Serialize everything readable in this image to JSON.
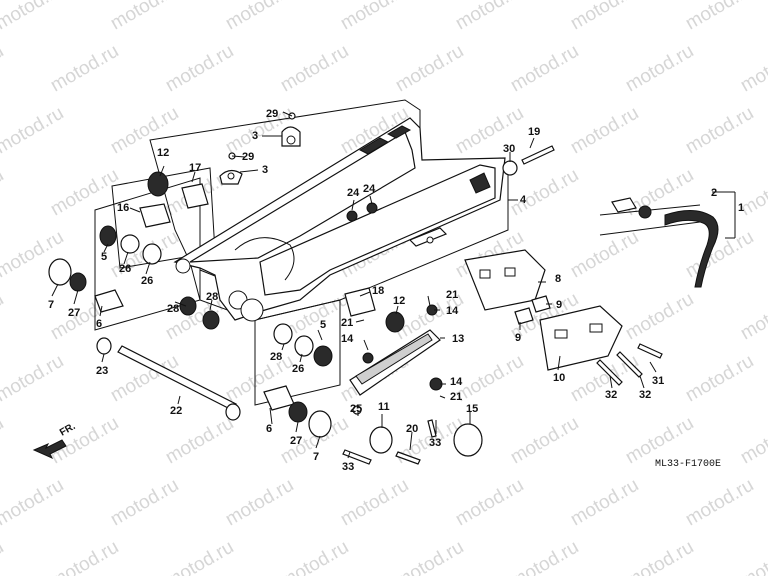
{
  "watermark": "motod.ru",
  "diagram_code": "ML33-F1700E",
  "front_indicator": "FR.",
  "callouts": [
    {
      "id": "c29a",
      "label": "29"
    },
    {
      "id": "c3a",
      "label": "3"
    },
    {
      "id": "c29b",
      "label": "29"
    },
    {
      "id": "c3b",
      "label": "3"
    },
    {
      "id": "c12a",
      "label": "12"
    },
    {
      "id": "c17",
      "label": "17"
    },
    {
      "id": "c16",
      "label": "16"
    },
    {
      "id": "c19",
      "label": "19"
    },
    {
      "id": "c30",
      "label": "30"
    },
    {
      "id": "c24a",
      "label": "24"
    },
    {
      "id": "c24b",
      "label": "24"
    },
    {
      "id": "c4",
      "label": "4"
    },
    {
      "id": "c2",
      "label": "2"
    },
    {
      "id": "c1",
      "label": "1"
    },
    {
      "id": "c5a",
      "label": "5"
    },
    {
      "id": "c26a",
      "label": "26"
    },
    {
      "id": "c26b",
      "label": "26"
    },
    {
      "id": "c7a",
      "label": "7"
    },
    {
      "id": "c27a",
      "label": "27"
    },
    {
      "id": "c6a",
      "label": "6"
    },
    {
      "id": "c28a",
      "label": "28"
    },
    {
      "id": "c28b",
      "label": "28"
    },
    {
      "id": "c18",
      "label": "18"
    },
    {
      "id": "c12b",
      "label": "12"
    },
    {
      "id": "c21a",
      "label": "21"
    },
    {
      "id": "c21b",
      "label": "21"
    },
    {
      "id": "c14a",
      "label": "14"
    },
    {
      "id": "c14b",
      "label": "14"
    },
    {
      "id": "c13",
      "label": "13"
    },
    {
      "id": "c8",
      "label": "8"
    },
    {
      "id": "c9a",
      "label": "9"
    },
    {
      "id": "c9b",
      "label": "9"
    },
    {
      "id": "c10",
      "label": "10"
    },
    {
      "id": "c5b",
      "label": "5"
    },
    {
      "id": "c28c",
      "label": "28"
    },
    {
      "id": "c26c",
      "label": "26"
    },
    {
      "id": "c23",
      "label": "23"
    },
    {
      "id": "c22",
      "label": "22"
    },
    {
      "id": "c6b",
      "label": "6"
    },
    {
      "id": "c27b",
      "label": "27"
    },
    {
      "id": "c7b",
      "label": "7"
    },
    {
      "id": "c25",
      "label": "25"
    },
    {
      "id": "c11",
      "label": "11"
    },
    {
      "id": "c33a",
      "label": "33"
    },
    {
      "id": "c20",
      "label": "20"
    },
    {
      "id": "c33b",
      "label": "33"
    },
    {
      "id": "c14c",
      "label": "14"
    },
    {
      "id": "c21c",
      "label": "21"
    },
    {
      "id": "c15",
      "label": "15"
    },
    {
      "id": "c32a",
      "label": "32"
    },
    {
      "id": "c32b",
      "label": "32"
    },
    {
      "id": "c31",
      "label": "31"
    }
  ]
}
